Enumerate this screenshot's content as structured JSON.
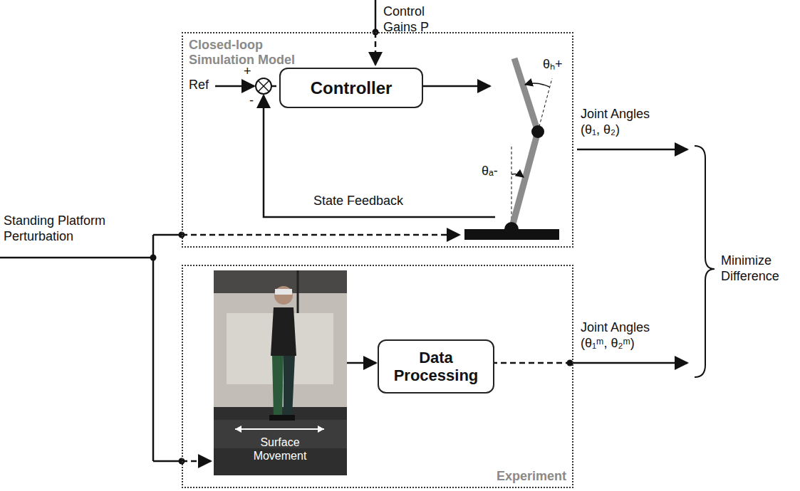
{
  "diagram": {
    "nodes": [
      {
        "text": [
          "Closed-loop Simulation Model"
        ]
      },
      {
        "text": [
          "Controller"
        ],
        "in": 0
      },
      {
        "text": [
          "Experiment"
        ]
      },
      {
        "text": [
          "Data Processing"
        ],
        "in": 2
      }
    ],
    "labels": [
      "Control Gains P",
      "Ref",
      "+",
      "-",
      "θₕ+",
      "θₐ-",
      "State Feedback",
      "Standing Platform Perturbation",
      "Joint Angles (θ₁, θ₂)",
      "Surface Movement",
      "Joint Angles (θ₁ᵐ, θ₂ᵐ)",
      "Minimize Difference"
    ]
  }
}
